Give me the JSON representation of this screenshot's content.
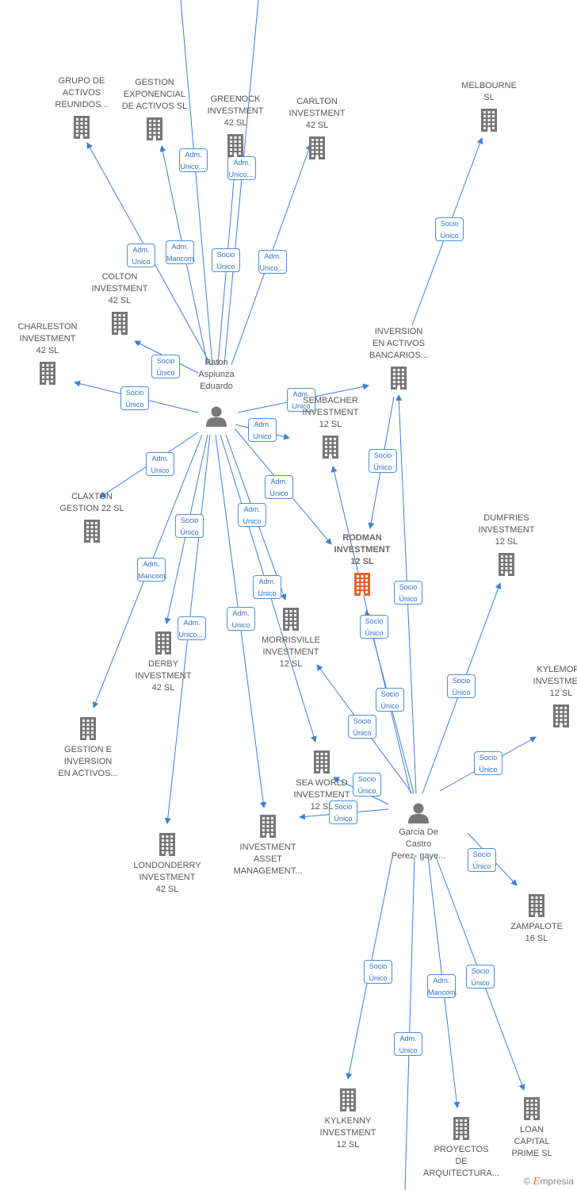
{
  "companies": [
    {
      "id": "grupo",
      "lines": [
        "GRUPO DE",
        "ACTIVOS",
        "REUNIDOS..."
      ],
      "focus": false
    },
    {
      "id": "gestion-exp",
      "lines": [
        "GESTION",
        "EXPONENCIAL",
        "DE ACTIVOS  SL"
      ],
      "focus": false
    },
    {
      "id": "greenock",
      "lines": [
        "GREENOCK",
        "INVESTMENT",
        "42  SL"
      ],
      "focus": false
    },
    {
      "id": "carlton",
      "lines": [
        "CARLTON",
        "INVESTMENT",
        "42  SL"
      ],
      "focus": false
    },
    {
      "id": "melbourne",
      "lines": [
        "MELBOURNE",
        "SL"
      ],
      "focus": false
    },
    {
      "id": "colton",
      "lines": [
        "COLTON",
        "INVESTMENT",
        "42  SL"
      ],
      "focus": false
    },
    {
      "id": "charleston",
      "lines": [
        "CHARLESTON",
        "INVESTMENT",
        "42  SL"
      ],
      "focus": false
    },
    {
      "id": "inversion-activos",
      "lines": [
        "INVERSION",
        "EN ACTIVOS",
        "BANCARIOS..."
      ],
      "focus": false
    },
    {
      "id": "sembacher",
      "lines": [
        "SEMBACHER",
        "INVESTMENT",
        "12  SL"
      ],
      "focus": false
    },
    {
      "id": "claxton",
      "lines": [
        "CLAXTON",
        "GESTION 22  SL"
      ],
      "focus": false
    },
    {
      "id": "rodman",
      "lines": [
        "RODMAN",
        "INVESTMENT",
        "12  SL"
      ],
      "focus": true
    },
    {
      "id": "dumfries",
      "lines": [
        "DUMFRIES",
        "INVESTMENT",
        "12  SL"
      ],
      "focus": false
    },
    {
      "id": "morrisville",
      "lines": [
        "MORRISVILLE",
        "INVESTMENT",
        "12  SL"
      ],
      "focus": false
    },
    {
      "id": "derby",
      "lines": [
        "DERBY",
        "INVESTMENT",
        "42  SL"
      ],
      "focus": false
    },
    {
      "id": "kylemore",
      "lines": [
        "KYLEMORE",
        "INVESTMENT",
        "12  SL"
      ],
      "focus": false
    },
    {
      "id": "gestion-inv",
      "lines": [
        "GESTION E",
        "INVERSION",
        "EN ACTIVOS..."
      ],
      "focus": false
    },
    {
      "id": "sea-world",
      "lines": [
        "SEA WORLD",
        "INVESTMENT",
        "12  SL"
      ],
      "focus": false
    },
    {
      "id": "investment-asset",
      "lines": [
        "INVESTMENT",
        "ASSET",
        "MANAGEMENT..."
      ],
      "focus": false
    },
    {
      "id": "londonderry",
      "lines": [
        "LONDONDERRY",
        "INVESTMENT",
        "42  SL"
      ],
      "focus": false
    },
    {
      "id": "zampalote",
      "lines": [
        "ZAMPALOTE",
        "16  SL"
      ],
      "focus": false
    },
    {
      "id": "kylkenny",
      "lines": [
        "KYLKENNY",
        "INVESTMENT",
        "12  SL"
      ],
      "focus": false
    },
    {
      "id": "proyectos",
      "lines": [
        "PROYECTOS",
        "DE",
        "ARQUITECTURA..."
      ],
      "focus": false
    },
    {
      "id": "loan-capital",
      "lines": [
        "LOAN",
        "CAPITAL",
        "PRIME  SL"
      ],
      "focus": false
    }
  ],
  "people": [
    {
      "id": "raton",
      "lines": [
        "Raton",
        "Aspiunza",
        "Eduardo"
      ]
    },
    {
      "id": "garcia",
      "lines": [
        "Garcia De",
        "Castro",
        "Perez- gaye..."
      ]
    }
  ],
  "relations": [
    {
      "from": "raton",
      "to": "grupo",
      "lines": [
        "Adm.",
        "Unico"
      ]
    },
    {
      "from": "raton",
      "to": "gestion-exp",
      "lines": [
        "Adm.",
        "Mancom."
      ]
    },
    {
      "from": "raton",
      "to": "greenock",
      "lines": [
        "Socio",
        "Único"
      ]
    },
    {
      "from": "raton",
      "to": "carlton",
      "lines": [
        "Adm.",
        "Unico,..."
      ]
    },
    {
      "from": "raton",
      "to": "top-left",
      "lines": [
        "Adm.",
        "Unico,..."
      ]
    },
    {
      "from": "raton",
      "to": "top-right",
      "lines": [
        "Adm.",
        "Unico,..."
      ]
    },
    {
      "from": "raton",
      "to": "colton",
      "lines": [
        "Socio",
        "Único"
      ]
    },
    {
      "from": "raton",
      "to": "charleston",
      "lines": [
        "Socio",
        "Único"
      ]
    },
    {
      "from": "raton",
      "to": "inversion-activos",
      "lines": [
        "Adm.",
        "Unico"
      ]
    },
    {
      "from": "raton",
      "to": "sembacher",
      "lines": [
        "Adm.",
        "Unico"
      ]
    },
    {
      "from": "raton",
      "to": "claxton",
      "lines": [
        "Adm.",
        "Unico"
      ]
    },
    {
      "from": "raton",
      "to": "rodman",
      "lines": [
        "Adm.",
        "Unico"
      ]
    },
    {
      "from": "raton",
      "to": "morrisville",
      "lines": [
        "Adm.",
        "Unico"
      ]
    },
    {
      "from": "raton",
      "to": "derby",
      "lines": [
        "Socio",
        "Único"
      ]
    },
    {
      "from": "raton",
      "to": "gestion-inv",
      "lines": [
        "Adm.",
        "Mancom."
      ]
    },
    {
      "from": "raton",
      "to": "londonderry",
      "lines": [
        "Adm.",
        "Unico,..."
      ]
    },
    {
      "from": "raton",
      "to": "investment-asset",
      "lines": [
        "Adm.",
        "Unico"
      ]
    },
    {
      "from": "raton",
      "to": "sea-world",
      "lines": [
        "Adm.",
        "Unico"
      ]
    },
    {
      "from": "inversion-activos",
      "to": "melbourne",
      "lines": [
        "Socio",
        "Único"
      ]
    },
    {
      "from": "inversion-activos",
      "to": "rodman",
      "lines": [
        "Socio",
        "Único"
      ]
    },
    {
      "from": "garcia",
      "to": "inversion-activos",
      "lines": [
        "Socio",
        "Único"
      ]
    },
    {
      "from": "garcia",
      "to": "rodman",
      "lines": [
        "Socio",
        "Único"
      ]
    },
    {
      "from": "garcia",
      "to": "sembacher",
      "lines": [
        "Socio",
        "Único"
      ]
    },
    {
      "from": "garcia",
      "to": "dumfries",
      "lines": [
        "Socio",
        "Único"
      ]
    },
    {
      "from": "garcia",
      "to": "morrisville",
      "lines": [
        "Socio",
        "Único"
      ]
    },
    {
      "from": "garcia",
      "to": "kylemore",
      "lines": [
        "Socio",
        "Único"
      ]
    },
    {
      "from": "garcia",
      "to": "sea-world",
      "lines": [
        "Socio",
        "Único"
      ]
    },
    {
      "from": "garcia",
      "to": "investment-asset",
      "lines": [
        "Socio",
        "Único"
      ]
    },
    {
      "from": "garcia",
      "to": "zampalote",
      "lines": [
        "Socio",
        "Único"
      ]
    },
    {
      "from": "garcia",
      "to": "kylkenny",
      "lines": [
        "Socio",
        "Único"
      ]
    },
    {
      "from": "garcia",
      "to": "proyectos",
      "lines": [
        "Adm.",
        "Mancom."
      ]
    },
    {
      "from": "garcia",
      "to": "loan-capital",
      "lines": [
        "Socio",
        "Único"
      ]
    },
    {
      "from": "garcia",
      "to": "bottom",
      "lines": [
        "Adm.",
        "Unico"
      ]
    }
  ],
  "colors": {
    "edge": "#3d7fd6",
    "building": "#777777",
    "focus_building": "#e8622c",
    "person": "#777777"
  },
  "brand": {
    "copyright": "©",
    "initial": "E",
    "rest": "mpresia"
  }
}
